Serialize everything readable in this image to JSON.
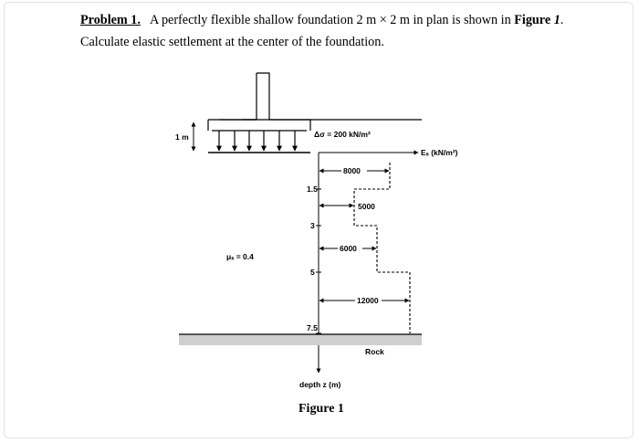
{
  "problem": {
    "label": "Problem 1.",
    "text_before": "A perfectly flexible shallow foundation 2 m × 2 m in plan is shown in ",
    "figure_ref_word": "Figure",
    "figure_ref_num": "1",
    "text_after": ".",
    "line2": "Calculate elastic settlement at the center of the foundation."
  },
  "diagram": {
    "embedment": "1 m",
    "load": "Δσ = 200 kN/m²",
    "modulus_axis": "Eₛ (kN/m²)",
    "poisson": "μₛ = 0.4",
    "depth_ticks": [
      "1.5",
      "3",
      "5",
      "7.5"
    ],
    "moduli": [
      "8000",
      "5000",
      "6000",
      "12000"
    ],
    "rock": "Rock",
    "depth_axis": "depth z (m)",
    "caption": "Figure 1"
  }
}
